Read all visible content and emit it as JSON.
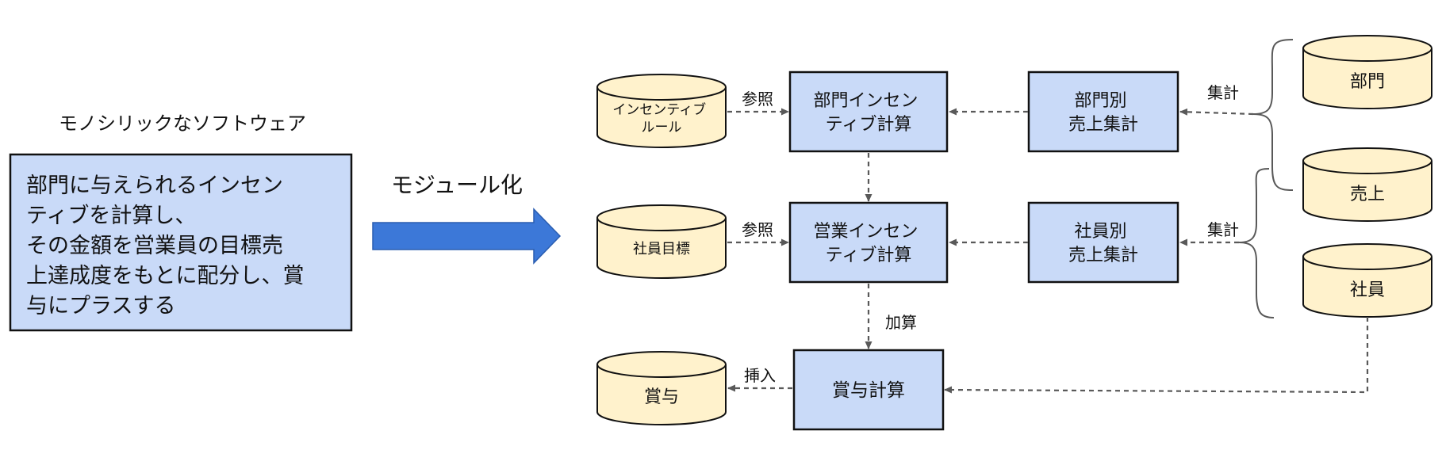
{
  "monolith": {
    "title": "モノシリックなソフトウェア",
    "lines": [
      "部門に与えられるインセン",
      "ティブを計算し、",
      "その金額を営業員の目標売",
      "上達成度をもとに配分し、賞",
      "与にプラスする"
    ]
  },
  "transform_label": "モジュール化",
  "databases": {
    "incentive_rule": [
      "インセンティブ",
      "ルール"
    ],
    "employee_target": "社員目標",
    "bonus": "賞与",
    "department": "部門",
    "sales": "売上",
    "employee": "社員"
  },
  "processes": {
    "dept_incentive": [
      "部門インセン",
      "ティブ計算"
    ],
    "sales_incentive": [
      "営業インセン",
      "ティブ計算"
    ],
    "bonus_calc": "賞与計算",
    "dept_sales": [
      "部門別",
      "売上集計"
    ],
    "employee_sales": [
      "社員別",
      "売上集計"
    ]
  },
  "edge_labels": {
    "ref_1": "参照",
    "ref_2": "参照",
    "aggregate_1": "集計",
    "aggregate_2": "集計",
    "add": "加算",
    "insert": "挿入"
  },
  "colors": {
    "process_fill": "#c9daf8",
    "db_fill": "#fff2cc",
    "arrow_fill": "#3c78d8",
    "edge": "#595959"
  }
}
